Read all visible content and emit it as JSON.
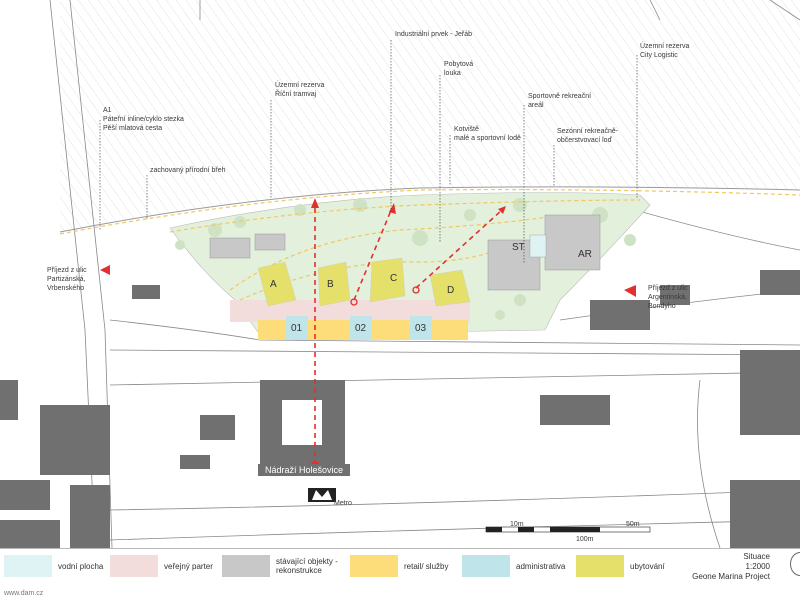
{
  "annotations": {
    "a1_line1": "A1",
    "a1_line2": "Páteřní inline/cyklo stezka",
    "a1_line3": "Pěší mlatová cesta",
    "bank": "zachovaný přírodní břeh",
    "tram_line1": "Územní rezerva",
    "tram_line2": "Říční tramvaj",
    "crane": "Industriální prvek - Jeřáb",
    "meadow_line1": "Pobytová",
    "meadow_line2": "louka",
    "moor_line1": "Kotviště",
    "moor_line2": "malé a sportovní lodě",
    "sport_line1": "Sportovně rekreační",
    "sport_line2": "areál",
    "boat_line1": "Sezónní rekreačně-",
    "boat_line2": "občerstvovací loď",
    "logistic_line1": "Územní rezerva",
    "logistic_line2": "City Logistic",
    "access_left_line1": "Příjezd z ulic",
    "access_left_line2": "Partizánská,",
    "access_left_line3": "Vrbenského",
    "access_right_line1": "Příjezd z ulic",
    "access_right_line2": "Argentinská,",
    "access_right_line3": "Bondyho",
    "station": "Nádraží Holešovice",
    "metro": "Metro"
  },
  "blocks": {
    "a": "A",
    "b": "B",
    "c": "C",
    "d": "D",
    "admin1": "01",
    "admin2": "02",
    "admin3": "03",
    "st": "ST",
    "ar": "AR"
  },
  "scale_bar": {
    "label_10": "10m",
    "label_100": "100m",
    "label_50": "50m"
  },
  "legend": {
    "water": "vodní plocha",
    "public": "veřejný parter",
    "existing": "stávající objekty - rekonstrukce",
    "retail": "retail/ služby",
    "admin": "administrativa",
    "accommodation": "ubytování"
  },
  "title": {
    "line1": "Situace",
    "line2": "1:2000",
    "line3": "Geone Marina Project"
  },
  "credit": "www.dam.cz",
  "colors": {
    "water": "#dff3f4",
    "public": "#f3dcdc",
    "existing": "#c8c8c8",
    "retail": "#fddc7a",
    "admin": "#bfe4ea",
    "accommodation": "#e4e06a",
    "buildings": "#707070",
    "path": "#f0c860",
    "arrow": "#e03030"
  }
}
